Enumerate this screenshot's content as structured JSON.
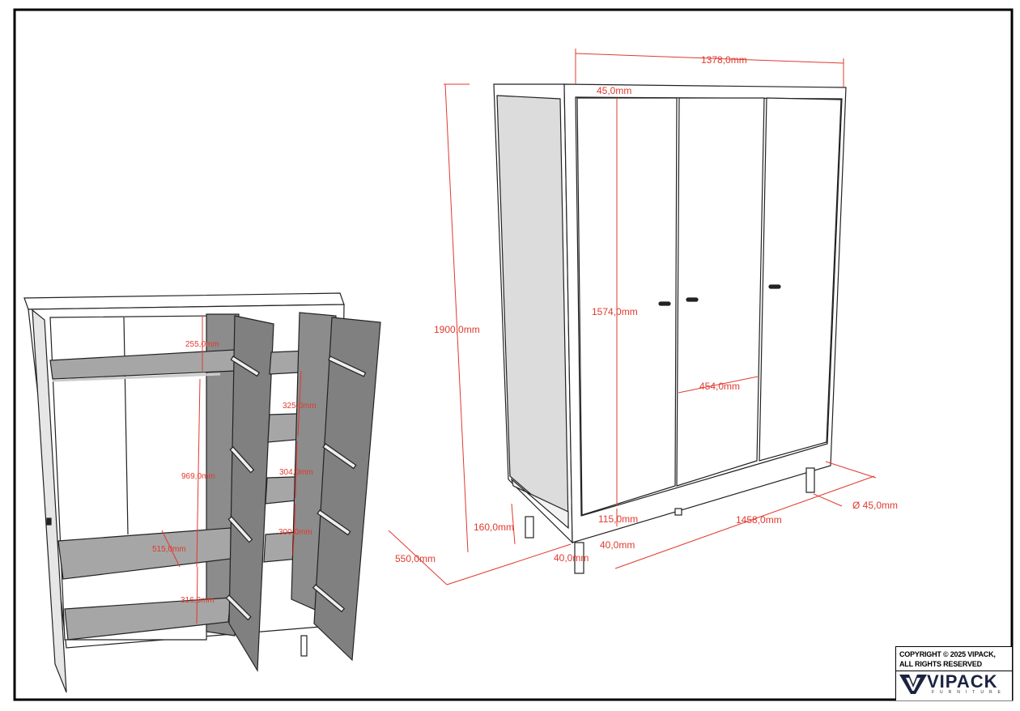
{
  "right_view": {
    "width": "1378,0mm",
    "top_thickness": "45,0mm",
    "height": "1900,0mm",
    "door_height": "1574,0mm",
    "door_width": "454,0mm",
    "leg_height": "160,0mm",
    "plinth_height": "115,0mm",
    "depth": "550,0mm",
    "side_thickness_a": "40,0mm",
    "side_thickness_b": "40,0mm",
    "base_width": "1458,0mm",
    "leg_diameter": "Ø 45,0mm"
  },
  "left_view": {
    "top_gap": "255,0mm",
    "hanging_height": "969,0mm",
    "shelf_depth": "515,0mm",
    "bottom_gap": "316,0mm",
    "shelf_gap_1": "325,0mm",
    "shelf_gap_2": "304,0mm",
    "shelf_gap_3": "300,0mm"
  },
  "copyright": {
    "line1": "COPYRIGHT  © 2025 VIPACK,",
    "line2": "ALL RIGHTS RESERVED",
    "brand": "VIPACK",
    "brand_sub": "FURNITURE"
  }
}
